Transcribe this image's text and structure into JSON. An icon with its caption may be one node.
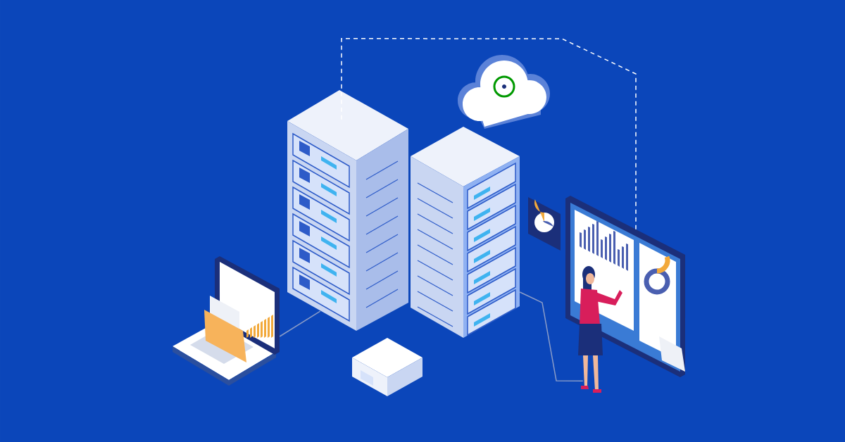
{
  "diagram": {
    "nodes": [
      {
        "text": [],
        "shape": "picture"
      },
      {
        "text": [],
        "shape": "picture"
      },
      {
        "text": [],
        "shape": "picture"
      },
      {
        "text": [],
        "shape": "cloud"
      },
      {
        "text": [],
        "shape": "picture"
      },
      {
        "text": [],
        "shape": "picture"
      },
      {
        "text": [],
        "shape": "picture"
      },
      {
        "text": [],
        "shape": "person"
      }
    ],
    "edges": [
      {
        "from": 0,
        "to": 1,
        "arrow": "none"
      },
      {
        "from": 1,
        "to": 5,
        "arrow": "none",
        "style": "dashed",
        "color": "#ffffff"
      },
      {
        "from": 2,
        "to": 7,
        "arrow": "none"
      }
    ]
  }
}
